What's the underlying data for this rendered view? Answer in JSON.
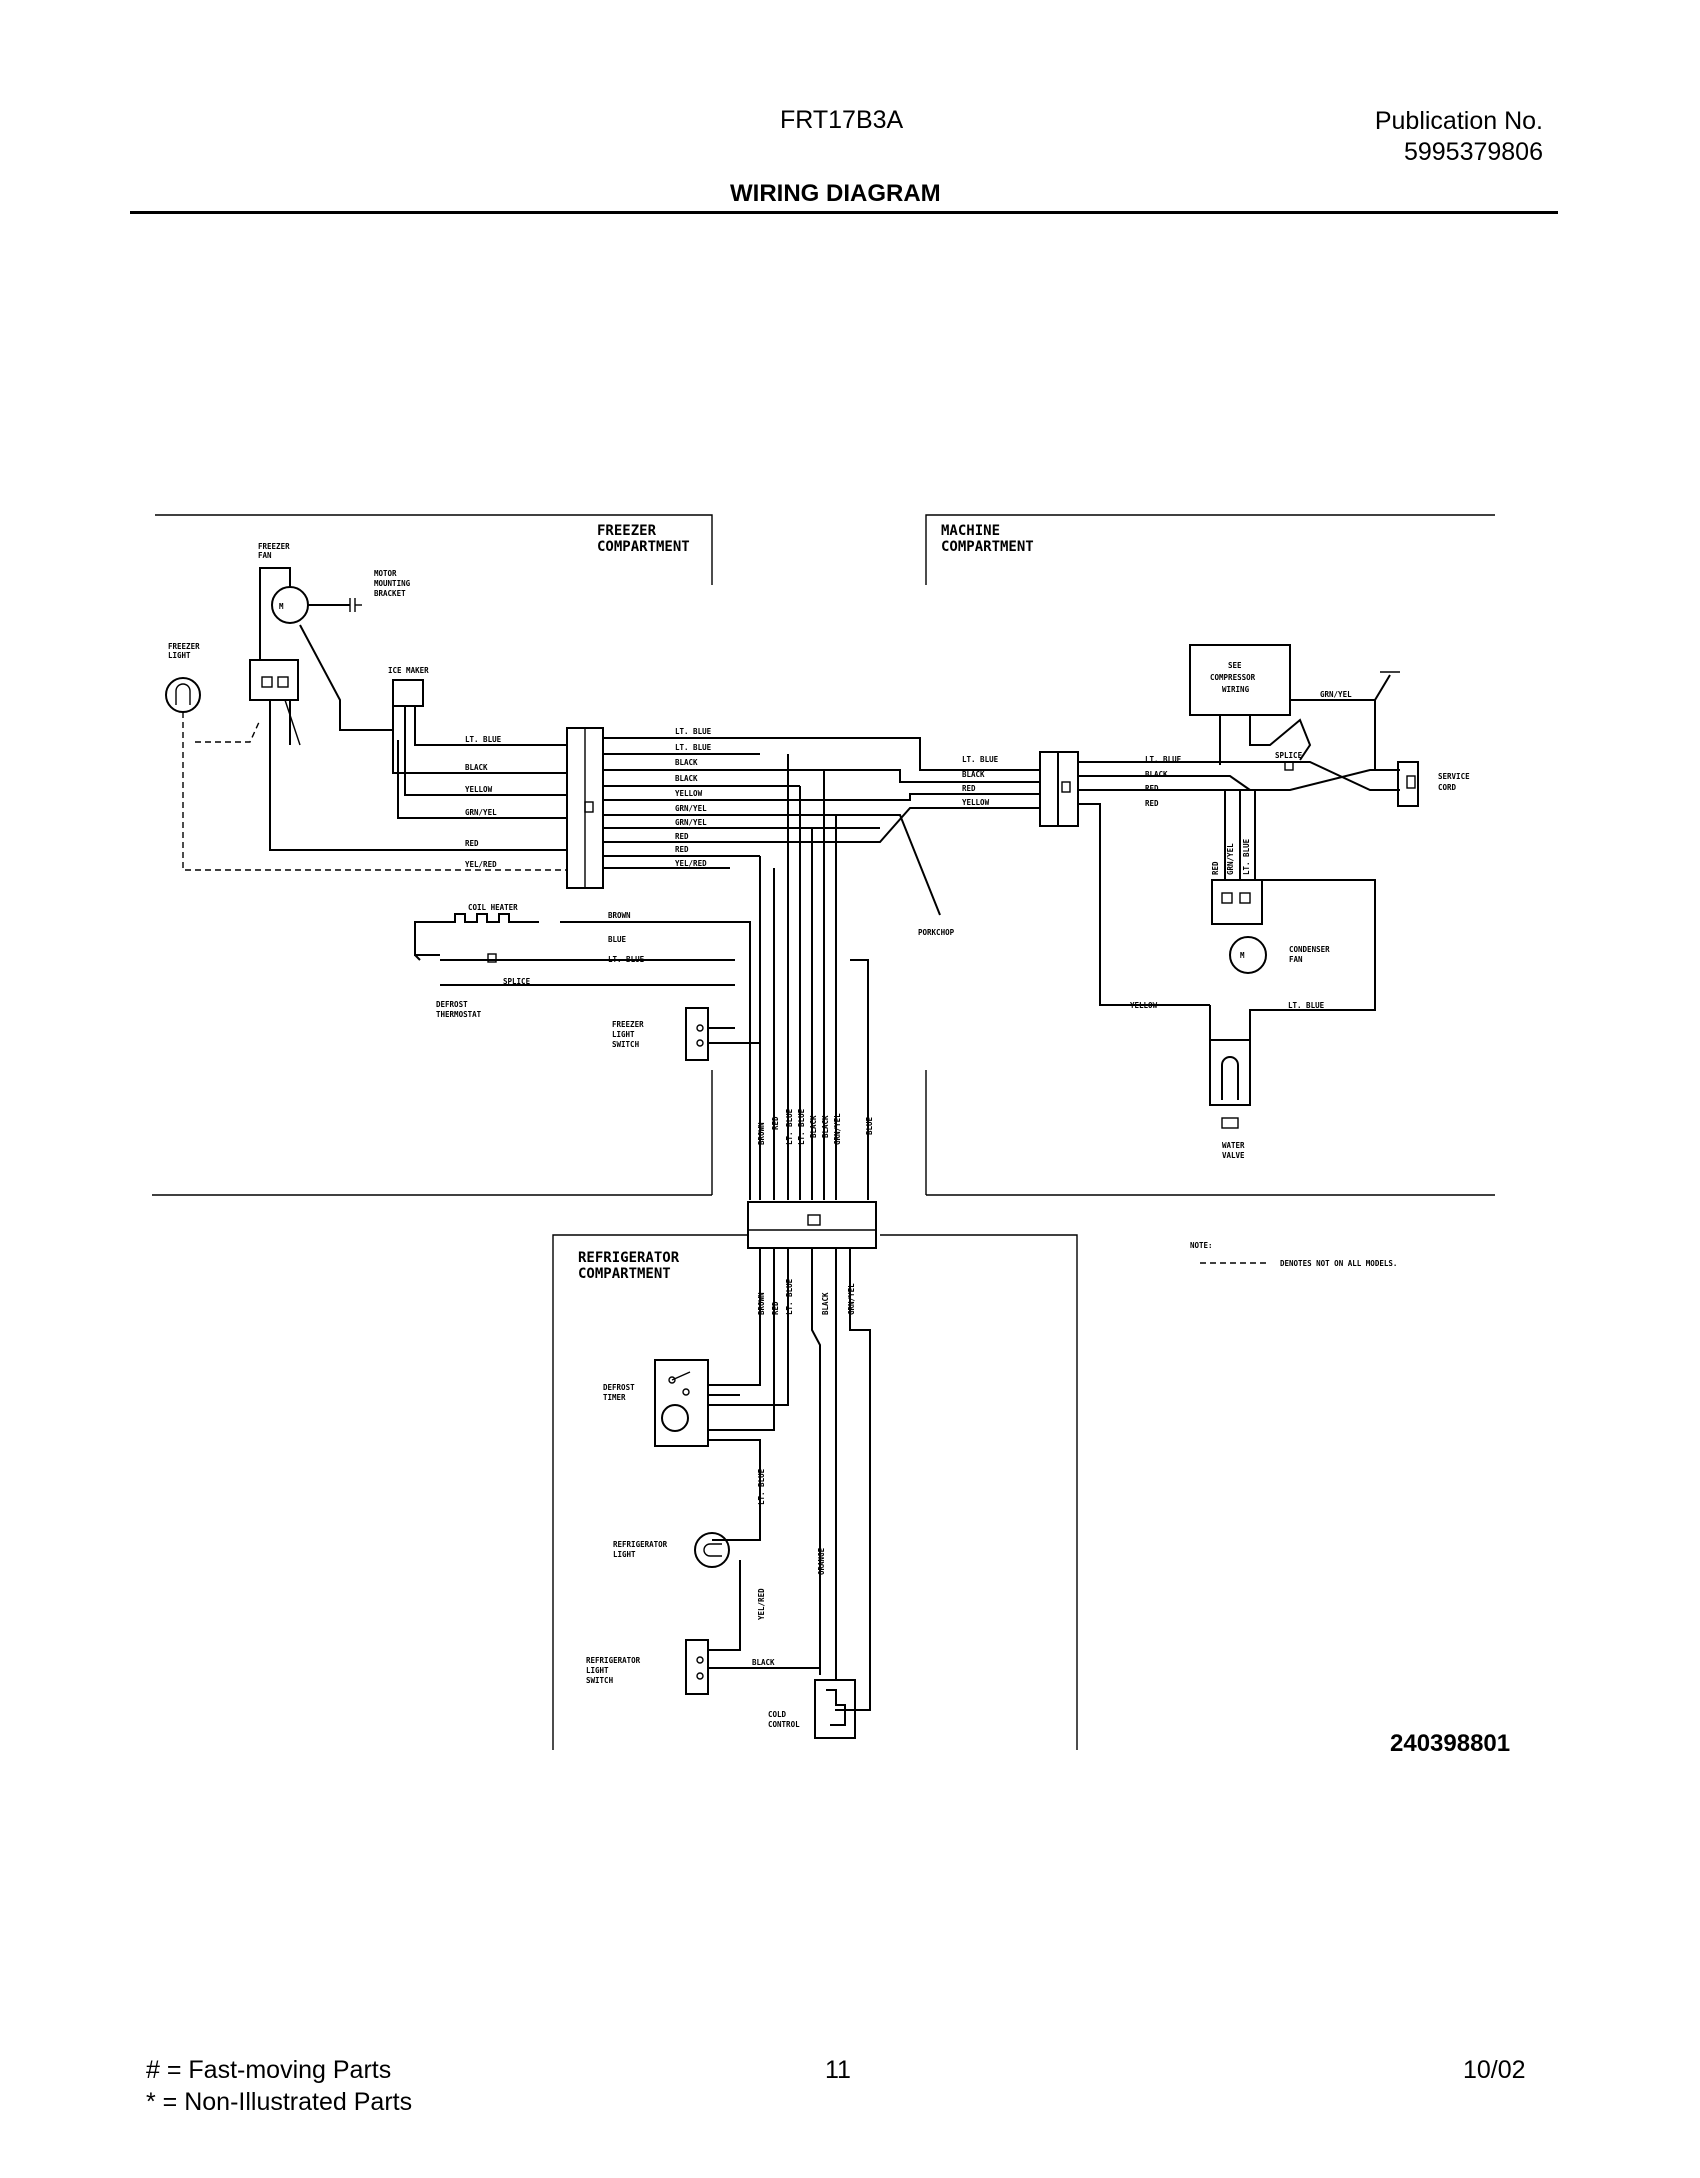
{
  "header": {
    "model": "FRT17B3A",
    "publication_label": "Publication No.",
    "publication_number": "5995379806",
    "title": "WIRING DIAGRAM"
  },
  "sections": {
    "freezer": [
      "FREEZER",
      "COMPARTMENT"
    ],
    "machine": [
      "MACHINE",
      "COMPARTMENT"
    ],
    "refrigerator": [
      "REFRIGERATOR",
      "COMPARTMENT"
    ]
  },
  "components": {
    "freezer_fan": [
      "FREEZER",
      "FAN"
    ],
    "motor_bracket": [
      "MOTOR",
      "MOUNTING",
      "BRACKET"
    ],
    "freezer_light": [
      "FREEZER",
      "LIGHT"
    ],
    "ice_maker": [
      "ICE MAKER"
    ],
    "coil_heater": [
      "COIL HEATER"
    ],
    "splice_freezer": [
      "SPLICE"
    ],
    "defrost_thermostat": [
      "DEFROST",
      "THERMOSTAT"
    ],
    "freezer_light_switch": [
      "FREEZER",
      "LIGHT",
      "SWITCH"
    ],
    "porkchop": [
      "PORKCHOP"
    ],
    "see_compressor": [
      "SEE",
      "COMPRESSOR",
      "WIRING"
    ],
    "splice_machine": [
      "SPLICE"
    ],
    "service_cord": [
      "SERVICE",
      "CORD"
    ],
    "condenser_fan": [
      "CONDENSER",
      "FAN"
    ],
    "water_valve": [
      "WATER",
      "VALVE"
    ],
    "defrost_timer": [
      "DEFROST",
      "TIMER"
    ],
    "refrigerator_light": [
      "REFRIGERATOR",
      "LIGHT"
    ],
    "refrigerator_light_switch": [
      "REFRIGERATOR",
      "LIGHT",
      "SWITCH"
    ],
    "cold_control": [
      "COLD",
      "CONTROL"
    ]
  },
  "wires": {
    "freezer_left": [
      "LT. BLUE",
      "BLACK",
      "YELLOW",
      "GRN/YEL",
      "RED",
      "YEL/RED"
    ],
    "freezer_mid": [
      "LT. BLUE",
      "LT. BLUE",
      "BLACK",
      "BLACK",
      "YELLOW",
      "GRN/YEL",
      "GRN/YEL",
      "RED",
      "RED",
      "YEL/RED"
    ],
    "machine_left": [
      "LT. BLUE",
      "BLACK",
      "RED",
      "YELLOW"
    ],
    "machine_right": [
      "LT. BLUE",
      "BLACK",
      "RED",
      "RED"
    ],
    "heater": [
      "BROWN",
      "BLUE",
      "LT. BLUE"
    ],
    "grn_yel_machine": "GRN/YEL",
    "condenser_vertical": [
      "RED",
      "GRN/YEL",
      "LT. BLUE"
    ],
    "valve_left": "YELLOW",
    "valve_right": "LT. BLUE",
    "harness_vertical": [
      "BROWN",
      "RED",
      "LT. BLUE",
      "LT. BLUE",
      "BLACK",
      "BLACK",
      "GRN/YEL",
      "BLUE"
    ],
    "fridge_vertical": [
      "BROWN",
      "RED",
      "LT. BLUE",
      "BLACK",
      "GRN/YEL"
    ],
    "fridge_lower": [
      "LT. BLUE",
      "ORANGE",
      "YEL/RED",
      "BLACK"
    ]
  },
  "note": {
    "label": "NOTE:",
    "text": "DENOTES NOT ON ALL MODELS."
  },
  "doc_number": "240398801",
  "footer": {
    "legend1": "#  =  Fast-moving Parts",
    "legend2": "*   =  Non-Illustrated Parts",
    "page": "11",
    "date": "10/02"
  }
}
